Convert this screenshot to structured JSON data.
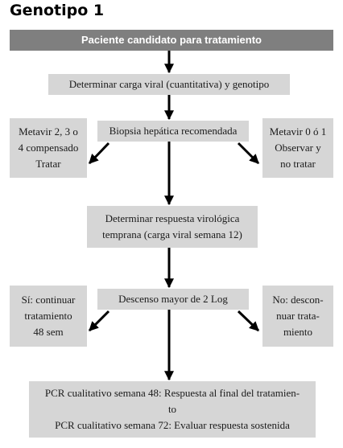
{
  "title": "Genotipo 1",
  "nodes": {
    "start": "Paciente candidato para tratamiento",
    "viral_load": "Determinar carga viral (cuantitativa) y genotipo",
    "biopsy": "Biopsia hepática recomendada",
    "metavir_high": [
      "Metavir 2, 3 o",
      "4 compensado",
      "Tratar"
    ],
    "metavir_low": [
      "Metavir 0 ó 1",
      "Observar y",
      "no tratar"
    ],
    "early_response": [
      "Determinar respuesta virológica",
      "temprana (carga viral semana 12)"
    ],
    "decline": "Descenso mayor de 2 Log",
    "yes_continue": [
      "Sí: continuar",
      "tratamiento",
      "48 sem"
    ],
    "no_stop": [
      "No: descon-",
      "nuar trata-",
      "miento"
    ],
    "pcr": [
      "PCR cualitativo semana 48: Respuesta al final del tratamien-",
      "to",
      "PCR cualitativo semana 72: Evaluar respuesta sostenida"
    ]
  },
  "colors": {
    "header_fill": "#7f7f7f",
    "box_fill": "#d6d6d6",
    "arrow": "#000000"
  }
}
